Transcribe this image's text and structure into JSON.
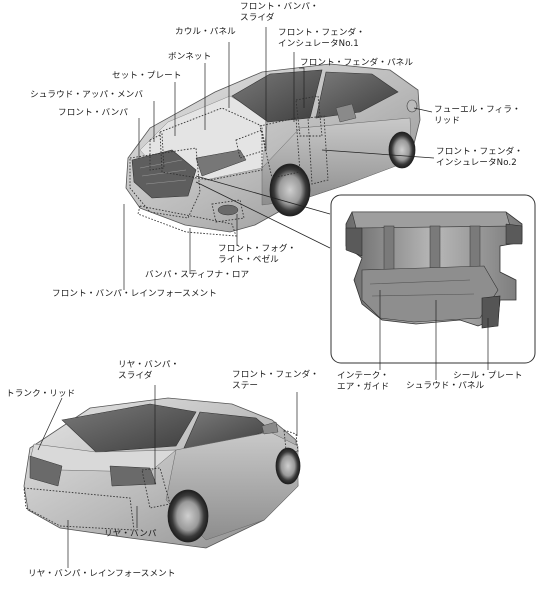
{
  "labels": {
    "front_bumper_slider": "フロント・バンパ・\nスライダ",
    "cowl_panel": "カウル・パネル",
    "front_fender_insulator_1": "フロント・フェンダ・\nインシュレータNo.1",
    "bonnet": "ボンネット",
    "front_fender_panel": "フロント・フェンダ・パネル",
    "set_plate": "セット・プレート",
    "shroud_upper_member": "シュラウド・アッパ・メンバ",
    "front_bumper": "フロント・バンパ",
    "fuel_filler_lid": "フューエル・フィラ・\nリッド",
    "front_fender_insulator_2": "フロント・フェンダ・\nインシュレータNo.2",
    "front_fog_light_bezel": "フロント・フォグ・\nライト・ベゼル",
    "bumper_stiffener_lower": "バンパ・スティフナ・ロア",
    "front_bumper_reinforcement": "フロント・バンパ・レインフォースメント",
    "intake_air_guide": "インテーク・\nエア・ガイド",
    "seal_plate": "シール・プレート",
    "shroud_panel": "シュラウド・パネル",
    "rear_bumper_slider": "リヤ・バンパ・\nスライダ",
    "front_fender_stay": "フロント・フェンダ・\nステー",
    "trunk_lid": "トランク・リッド",
    "rear_bumper": "リヤ・バンパ",
    "rear_bumper_reinforcement": "リヤ・バンパ・レインフォースメント"
  },
  "colors": {
    "line": "#222222",
    "body_light": "#d8d8d8",
    "body_mid": "#a9a9a9",
    "body_dark": "#6e6e6e",
    "glass": "#4a4a4a"
  }
}
